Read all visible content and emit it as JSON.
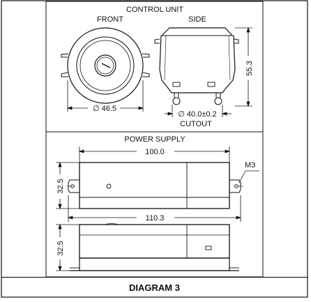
{
  "control_unit": {
    "heading": "CONTROL UNIT",
    "front_label": "FRONT",
    "side_label": "SIDE",
    "diameter_label": "∅ 46.5",
    "height_label": "55.3",
    "cutout_label": "∅ 40.0±0.2",
    "cutout_caption": "CUTOUT"
  },
  "power_supply": {
    "heading": "POWER SUPPLY",
    "width_label": "100.0",
    "overall_label": "110.3",
    "thread_label": "M3",
    "height_top_label": "32.5",
    "height_bottom_label": "32.5"
  },
  "caption": "DIAGRAM 3",
  "colors": {
    "line": "#111111",
    "background": "#ffffff"
  }
}
